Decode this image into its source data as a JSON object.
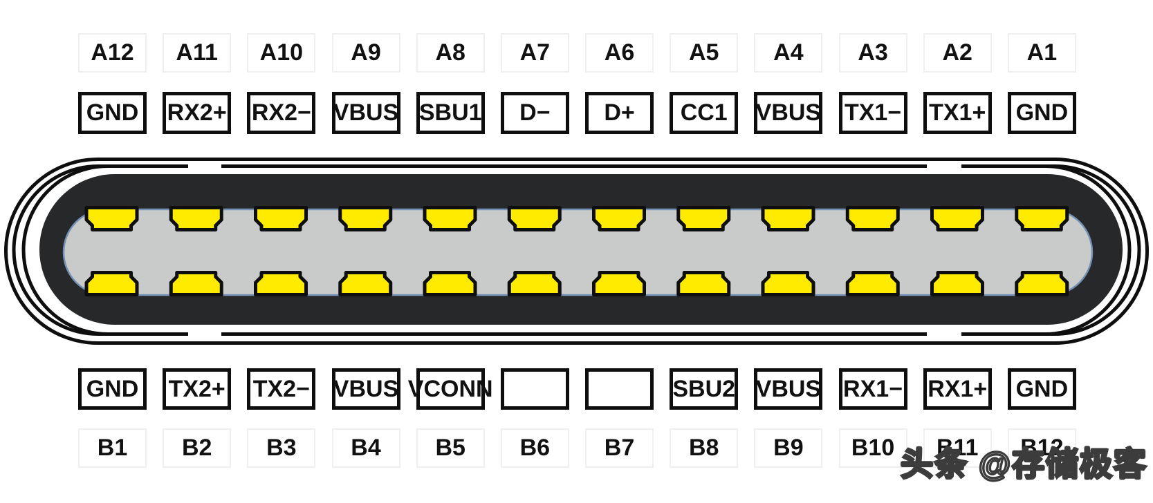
{
  "diagram": {
    "type": "usb-type-c-plug-pinout",
    "pins_per_row": 12,
    "top_pin_numbers": [
      "A12",
      "A11",
      "A10",
      "A9",
      "A8",
      "A7",
      "A6",
      "A5",
      "A4",
      "A3",
      "A2",
      "A1"
    ],
    "top_pin_functions": [
      "GND",
      "RX2+",
      "RX2−",
      "VBUS",
      "SBU1",
      "D−",
      "D+",
      "CC1",
      "VBUS",
      "TX1−",
      "TX1+",
      "GND"
    ],
    "bottom_pin_functions": [
      "GND",
      "TX2+",
      "TX2−",
      "VBUS",
      "VCONN",
      "",
      "",
      "SBU2",
      "VBUS",
      "RX1−",
      "RX1+",
      "GND"
    ],
    "bottom_pin_numbers": [
      "B1",
      "B2",
      "B3",
      "B4",
      "B5",
      "B6",
      "B7",
      "B8",
      "B9",
      "B10",
      "B11",
      "B12"
    ]
  },
  "colors": {
    "pin_contact_yellow": "#ffeb00",
    "connector_body_dark": "#26282a",
    "tongue_gray": "#c9caca",
    "tongue_edge_blue": "#7490b5",
    "outline_black": "#0e0e0e"
  },
  "watermark": {
    "text": "头条 @存储极客"
  }
}
